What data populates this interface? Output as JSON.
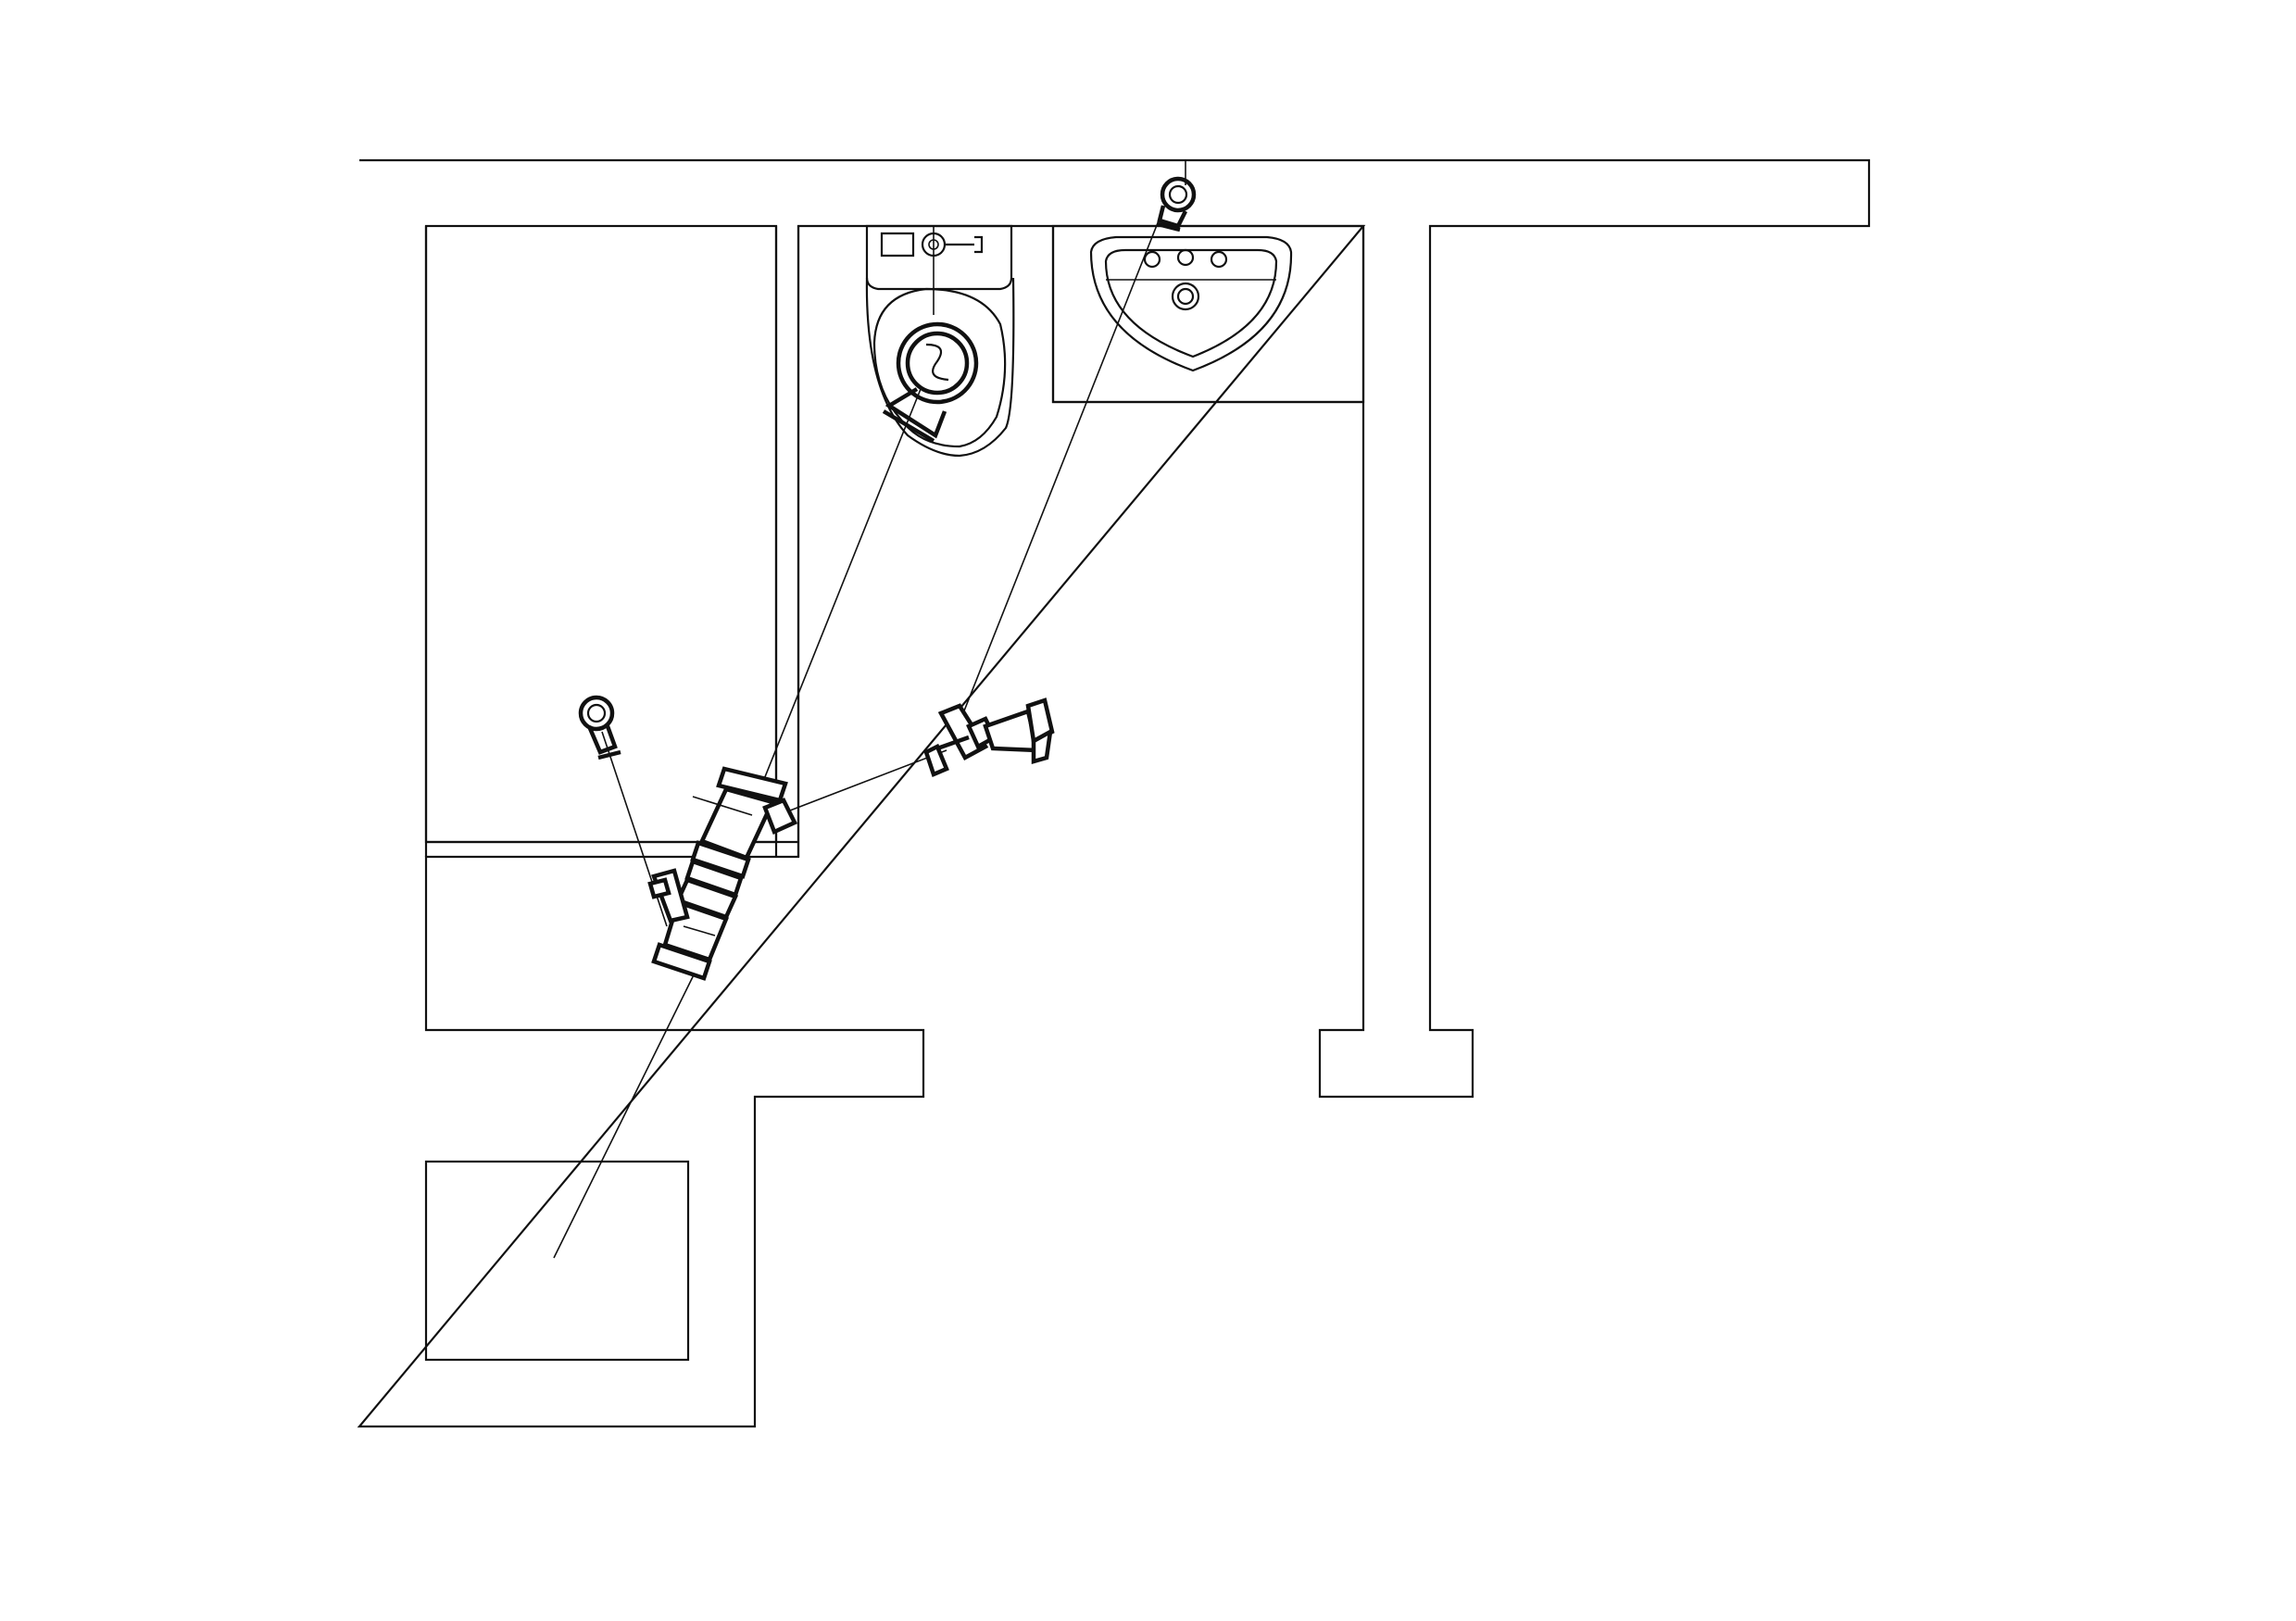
{
  "drawing": {
    "kind": "bathroom plumbing plan",
    "line_color": "#111111",
    "background": "#ffffff",
    "fixtures": [
      {
        "name": "bathtub",
        "icon": "bathtub-outline"
      },
      {
        "name": "toilet",
        "icon": "toilet-plan-icon"
      },
      {
        "name": "washbasin",
        "icon": "sink-plan-icon"
      },
      {
        "name": "shower-tray",
        "icon": "shower-tray-outline"
      }
    ],
    "drain_fittings": [
      {
        "name": "toilet-drain-fitting",
        "icon": "pipe-elbow-icon"
      },
      {
        "name": "sink-drain-fitting",
        "icon": "floor-drain-icon"
      },
      {
        "name": "floor-drain-fitting",
        "icon": "floor-drain-icon"
      },
      {
        "name": "main-tee-fitting",
        "icon": "pipe-tee-icon"
      },
      {
        "name": "branch-wye-fitting",
        "icon": "pipe-wye-icon"
      }
    ]
  }
}
